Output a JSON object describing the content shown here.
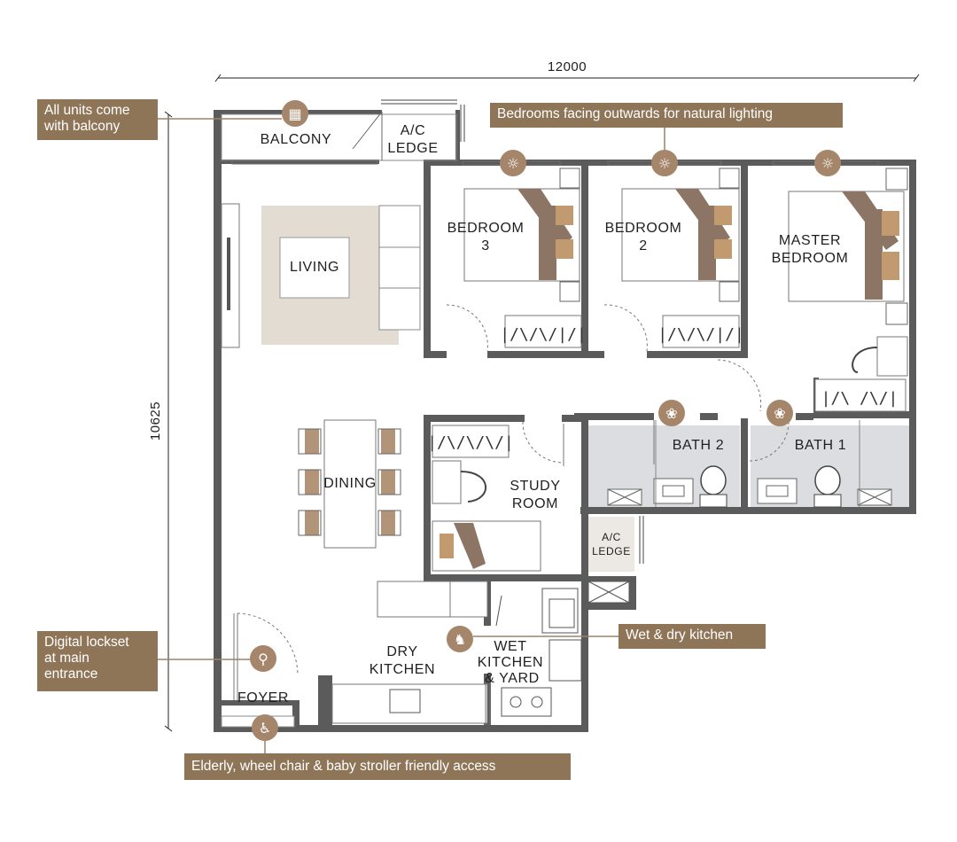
{
  "dimensions": {
    "width": "12000",
    "height": "10625"
  },
  "rooms": {
    "balcony": "BALCONY",
    "ac_ledge_top_1": "A/C",
    "ac_ledge_top_2": "LEDGE",
    "bedroom3_1": "BEDROOM",
    "bedroom3_2": "3",
    "bedroom2_1": "BEDROOM",
    "bedroom2_2": "2",
    "master_1": "MASTER",
    "master_2": "BEDROOM",
    "living": "LIVING",
    "dining": "DINING",
    "study_1": "STUDY",
    "study_2": "ROOM",
    "bath2": "BATH 2",
    "bath1": "BATH 1",
    "ac_ledge_mid_1": "A/C",
    "ac_ledge_mid_2": "LEDGE",
    "dry_kitchen_1": "DRY",
    "dry_kitchen_2": "KITCHEN",
    "wet_kitchen_1": "WET",
    "wet_kitchen_2": "KITCHEN",
    "wet_kitchen_3": "& YARD",
    "foyer": "FOYER"
  },
  "callouts": {
    "balcony": "All units come\nwith balcony",
    "bedrooms": "Bedrooms facing outwards for natural lighting",
    "kitchen": "Wet & dry kitchen",
    "lockset": "Digital lockset\nat main\nentrance",
    "access": "Elderly, wheel chair & baby stroller friendly access"
  },
  "colors": {
    "wall": "#5b5b5b",
    "accent": "#8e7558",
    "bath_floor": "#dcdde0",
    "living_rug": "#e3dcd3",
    "bed_accent": "#8d7566",
    "pillow": "#c29a6f"
  },
  "icons": {
    "balcony": "building-icon",
    "sun": "sun-icon",
    "fan": "ventilation-fan-icon",
    "chef": "chef-hat-icon",
    "lock": "digital-lock-icon",
    "wheelchair": "wheelchair-icon"
  }
}
